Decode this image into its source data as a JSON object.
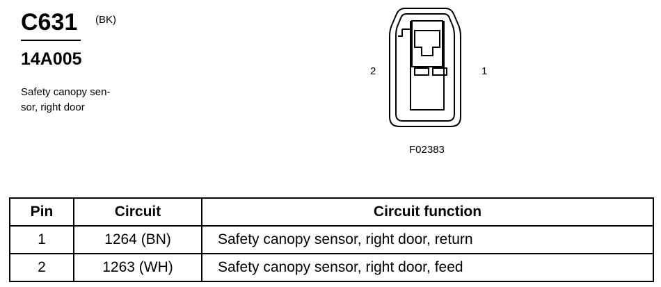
{
  "connector": {
    "id": "C631",
    "color": "(BK)",
    "part_number": "14A005",
    "description_line1": "Safety canopy sen-",
    "description_line2": "sor, right door"
  },
  "diagram": {
    "pin_left_label": "2",
    "pin_right_label": "1",
    "figure_number": "F02383"
  },
  "table": {
    "headers": {
      "pin": "Pin",
      "circuit": "Circuit",
      "function": "Circuit function"
    },
    "rows": [
      {
        "pin": "1",
        "circuit": "1264 (BN)",
        "function": "Safety canopy sensor, right door, return"
      },
      {
        "pin": "2",
        "circuit": "1263 (WH)",
        "function": "Safety canopy sensor, right door, feed"
      }
    ]
  }
}
